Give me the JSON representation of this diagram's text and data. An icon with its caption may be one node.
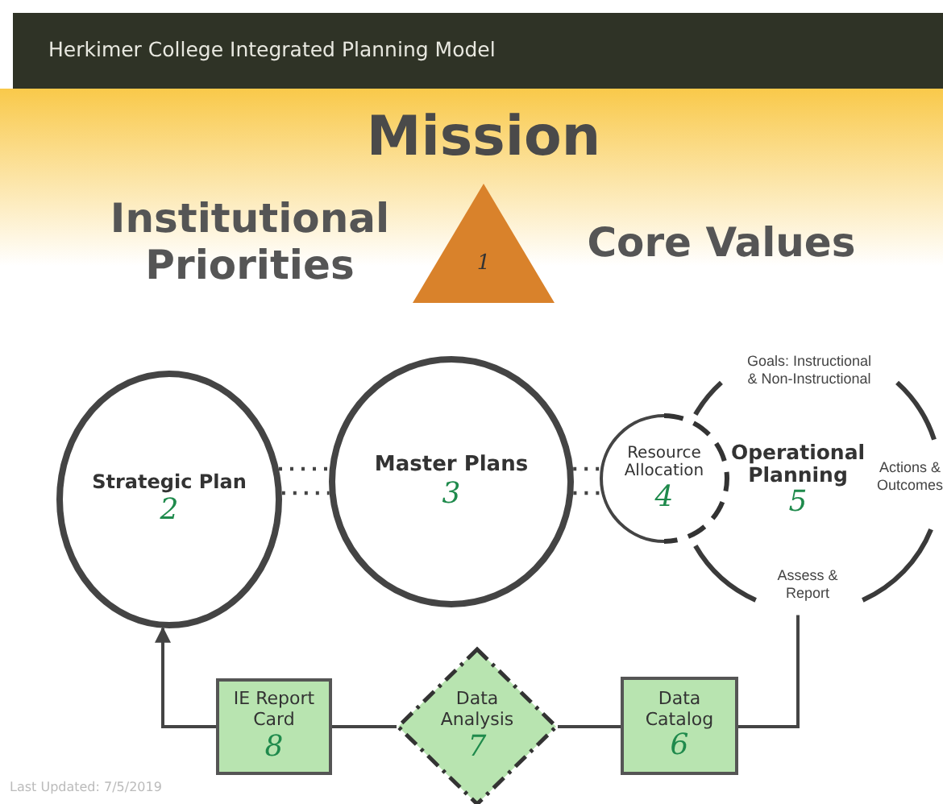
{
  "diagram": {
    "title": "Herkimer College Integrated Planning Model",
    "nodes": [
      {
        "text": [
          "1"
        ]
      },
      {
        "text": [
          "Strategic Plan",
          "2"
        ]
      },
      {
        "text": [
          "Master Plans",
          "3"
        ]
      },
      {
        "text": [
          "Resource Allocation",
          "4"
        ]
      },
      {
        "text": [
          "Goals: Instructional & Non-Instructional",
          "Operational Planning",
          "5",
          "Actions & Outcomes",
          "Assess & Report"
        ]
      },
      {
        "text": [
          "Data Catalog",
          "6"
        ]
      },
      {
        "text": [
          "Data Analysis",
          "7"
        ]
      },
      {
        "text": [
          "IE Report Card",
          "8"
        ]
      }
    ],
    "edges": [
      {
        "from": 1,
        "to": 2,
        "arrow": "none",
        "style": "dashed"
      },
      {
        "from": 2,
        "to": 3,
        "arrow": "none",
        "style": "dashed"
      },
      {
        "from": 4,
        "to": 5,
        "arrow": "none"
      },
      {
        "from": 5,
        "to": 6,
        "arrow": "none"
      },
      {
        "from": 6,
        "to": 7,
        "arrow": "none"
      },
      {
        "from": 7,
        "to": 1,
        "arrow": "to"
      }
    ],
    "labels": [
      "Mission",
      "Institutional Priorities",
      "Core Values",
      "Last Updated: 7/5/2019"
    ]
  }
}
